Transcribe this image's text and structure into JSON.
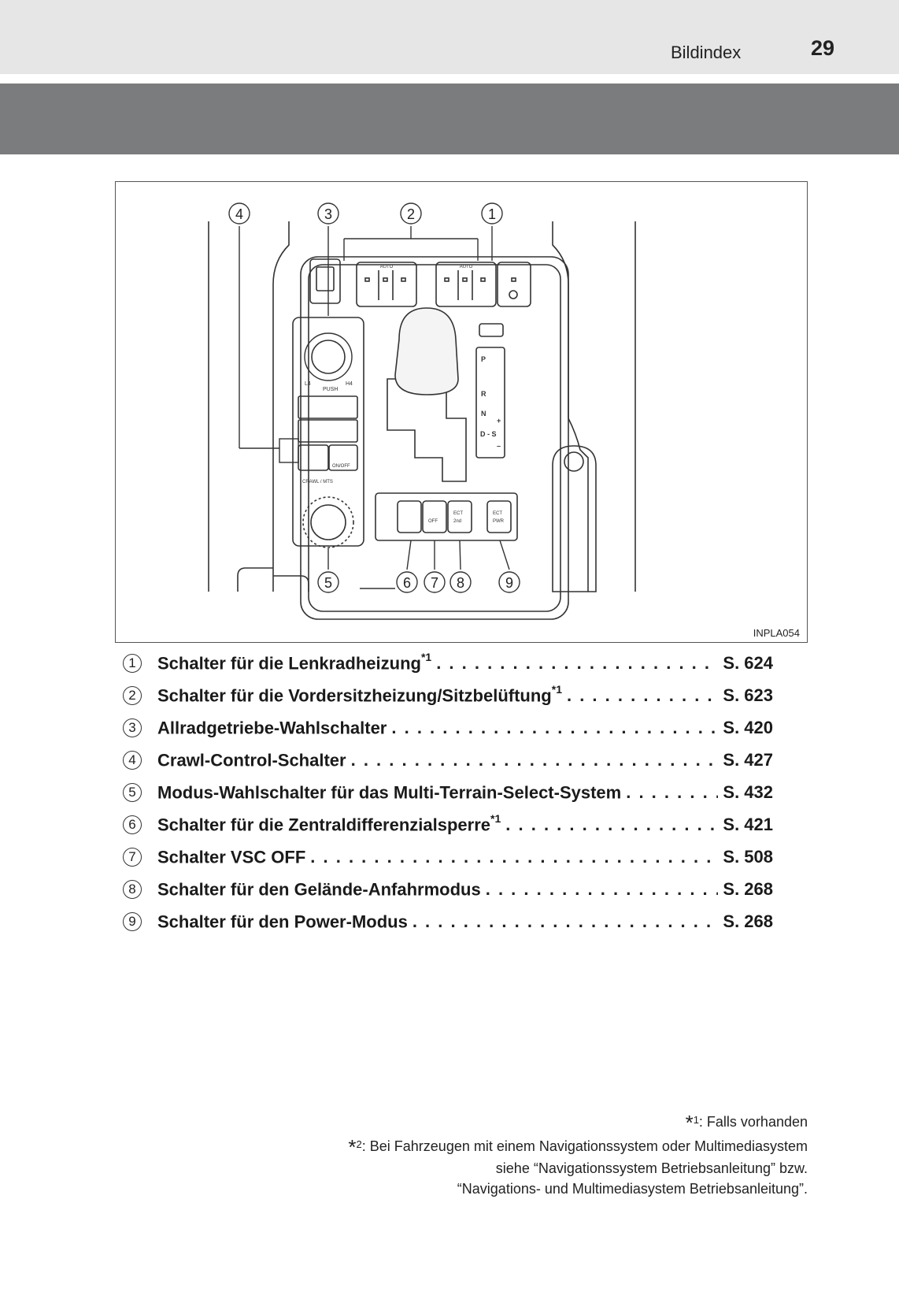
{
  "header": {
    "section_label": "Bildindex",
    "page_number": "29"
  },
  "figure": {
    "code": "INPLA054",
    "callouts": [
      "1",
      "2",
      "3",
      "4",
      "5",
      "6",
      "7",
      "8",
      "9"
    ],
    "panel_labels": {
      "auto": "AUTO",
      "l4": "L4",
      "h4": "H4",
      "push": "PUSH",
      "on_off": "ON/OFF",
      "crawl_mts": "CRAWL / MTS",
      "off": "OFF",
      "ect_2nd_a": "ECT",
      "ect_2nd_b": "2nd",
      "ect_pwr_a": "ECT",
      "ect_pwr_b": "PWR",
      "gear_p": "P",
      "gear_r": "R",
      "gear_n": "N",
      "gear_ds": "D - S",
      "gear_plus": "+",
      "gear_minus": "–"
    }
  },
  "legend": {
    "items": [
      {
        "num": "1",
        "label": "Schalter für die Lenkradheizung",
        "sup": "*1",
        "page": "S. 624"
      },
      {
        "num": "2",
        "label": "Schalter für die Vordersitzheizung/Sitzbelüftung",
        "sup": "*1",
        "page": "S. 623"
      },
      {
        "num": "3",
        "label": "Allradgetriebe-Wahlschalter",
        "sup": "",
        "page": "S. 420"
      },
      {
        "num": "4",
        "label": "Crawl-Control-Schalter",
        "sup": "",
        "page": "S. 427"
      },
      {
        "num": "5",
        "label": "Modus-Wahlschalter für das Multi-Terrain-Select-System",
        "sup": "",
        "page": "S. 432"
      },
      {
        "num": "6",
        "label": "Schalter für die Zentraldifferenzialsperre",
        "sup": "*1",
        "page": "S. 421"
      },
      {
        "num": "7",
        "label": "Schalter VSC OFF",
        "sup": "",
        "page": "S. 508"
      },
      {
        "num": "8",
        "label": "Schalter für den Gelände-Anfahrmodus",
        "sup": "",
        "page": "S. 268"
      },
      {
        "num": "9",
        "label": "Schalter für den Power-Modus",
        "sup": "",
        "page": "S. 268"
      }
    ]
  },
  "footnotes": {
    "fn1_mark": "*",
    "fn1_num": "1",
    "fn1_text": ": Falls vorhanden",
    "fn2_mark": "*",
    "fn2_num": "2",
    "fn2_line1": ": Bei Fahrzeugen mit einem Navigationssystem oder Multimediasystem",
    "fn2_line2": "siehe “Navigationssystem Betriebsanleitung” bzw.",
    "fn2_line3": "“Navigations- und Multimediasystem Betriebsanleitung”."
  }
}
